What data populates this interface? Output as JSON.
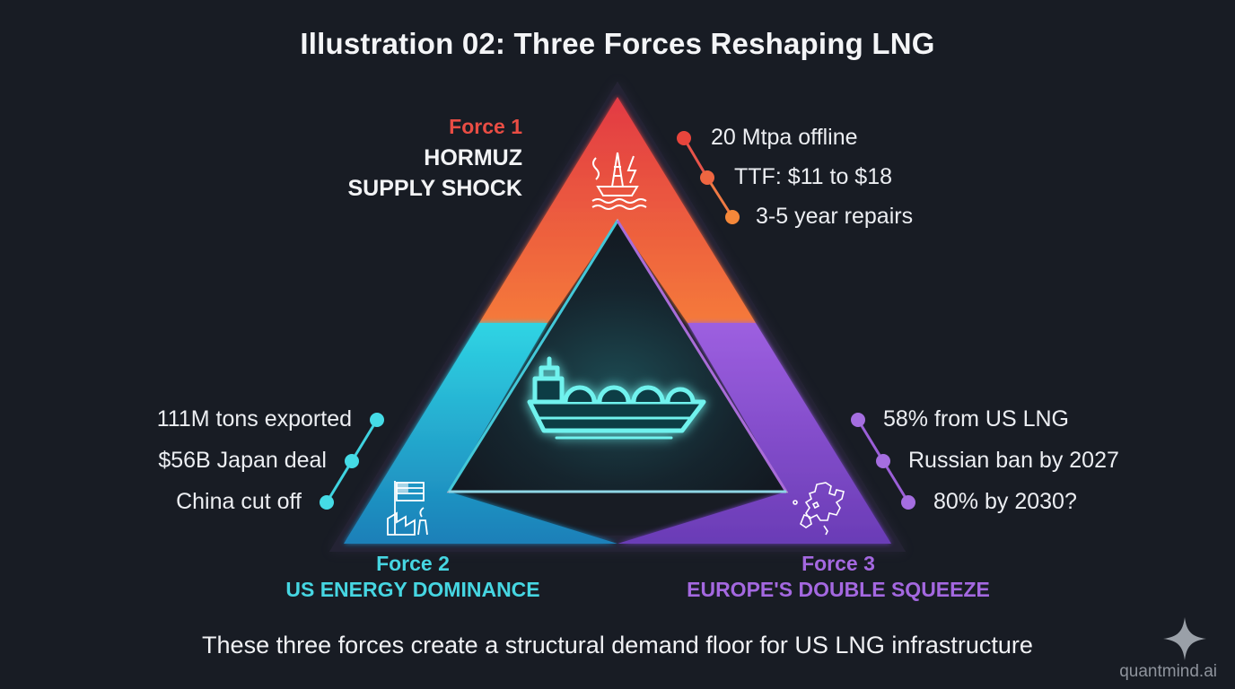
{
  "title": "Illustration 02: Three Forces Reshaping LNG",
  "colors": {
    "background": "#181c24",
    "force1": "#e8453c",
    "force1_light": "#f47c3c",
    "force2": "#3fd3e0",
    "force3": "#9b5fd8",
    "center_glow": "#4fe6e6"
  },
  "forces": [
    {
      "number_label": "Force 1",
      "name_lines": [
        "HORMUZ",
        "SUPPLY SHOCK"
      ],
      "icon": "oil-rig-ship-icon",
      "stats": [
        "20 Mtpa offline",
        "TTF: $11 to $18",
        "3-5 year repairs"
      ]
    },
    {
      "number_label": "Force 2",
      "name_lines": [
        "US ENERGY DOMINANCE"
      ],
      "icon": "us-flag-factory-icon",
      "stats": [
        "111M tons exported",
        "$56B Japan deal",
        "China cut off"
      ]
    },
    {
      "number_label": "Force 3",
      "name_lines": [
        "EUROPE'S DOUBLE SQUEEZE"
      ],
      "icon": "europe-map-icon",
      "stats": [
        "58% from US LNG",
        "Russian ban by 2027",
        "80% by 2030?"
      ]
    }
  ],
  "center_icon": "lng-tanker-ship-icon",
  "caption": "These three forces create a structural demand floor for US LNG infrastructure",
  "brand": "quantmind.ai",
  "brand_icon": "sparkle-icon"
}
